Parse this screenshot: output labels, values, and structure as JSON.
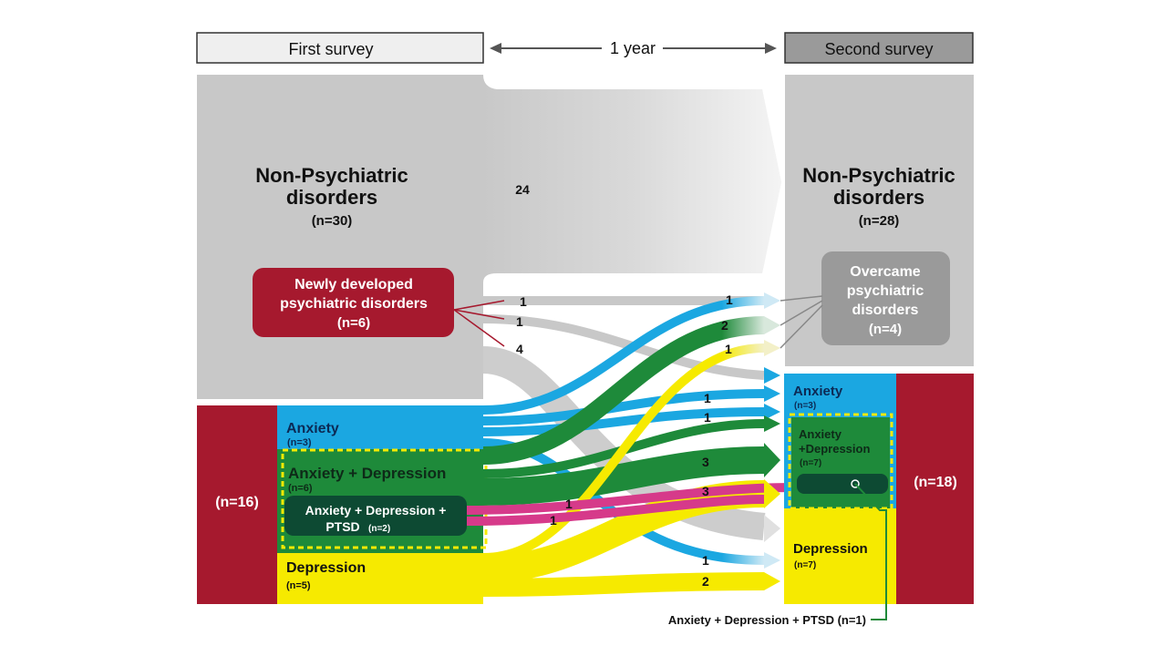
{
  "header": {
    "first_survey": "First survey",
    "interval": "1 year",
    "second_survey": "Second survey"
  },
  "left": {
    "non_psych_title_1": "Non-Psychiatric",
    "non_psych_title_2": "disorders",
    "non_psych_n": "(n=30)",
    "newly_1": "Newly developed",
    "newly_2": "psychiatric disorders",
    "newly_n": "(n=6)",
    "total_n": "(n=16)",
    "anxiety": "Anxiety",
    "anxiety_n": "(n=3)",
    "anx_dep": "Anxiety + Depression",
    "anx_dep_n": "(n=6)",
    "adp_1": "Anxiety + Depression +",
    "adp_2": "PTSD",
    "adp_n": "(n=2)",
    "depression": "Depression",
    "depression_n": "(n=5)"
  },
  "right": {
    "non_psych_title_1": "Non-Psychiatric",
    "non_psych_title_2": "disorders",
    "non_psych_n": "(n=28)",
    "overcame_1": "Overcame",
    "overcame_2": "psychiatric",
    "overcame_3": "disorders",
    "overcame_n": "(n=4)",
    "total_n": "(n=18)",
    "anxiety": "Anxiety",
    "anxiety_n": "(n=3)",
    "anx_dep_1": "Anxiety",
    "anx_dep_2": "+Depression",
    "anx_dep_n": "(n=7)",
    "depression": "Depression",
    "depression_n": "(n=7)",
    "adp_callout": "Anxiety + Depression + PTSD (n=1)"
  },
  "flow_labels": {
    "stay_non_psych": "24",
    "new_1": "1",
    "new_2": "1",
    "new_3": "4",
    "r_1": "1",
    "r_2": "2",
    "r_3": "1",
    "m_1": "1",
    "m_2": "1",
    "m_3": "3",
    "m_4": "3",
    "p_1": "1",
    "p_2": "1",
    "b_1": "1",
    "b_2": "2"
  },
  "colors": {
    "gray": "#c8c8c8",
    "red": "#a6192e",
    "blue": "#1ba7e1",
    "green": "#1e8a3a",
    "darkgreen": "#0d4a33",
    "yellow": "#f6ea00",
    "pink": "#d63a8a",
    "overcame": "#9a9a9a"
  }
}
